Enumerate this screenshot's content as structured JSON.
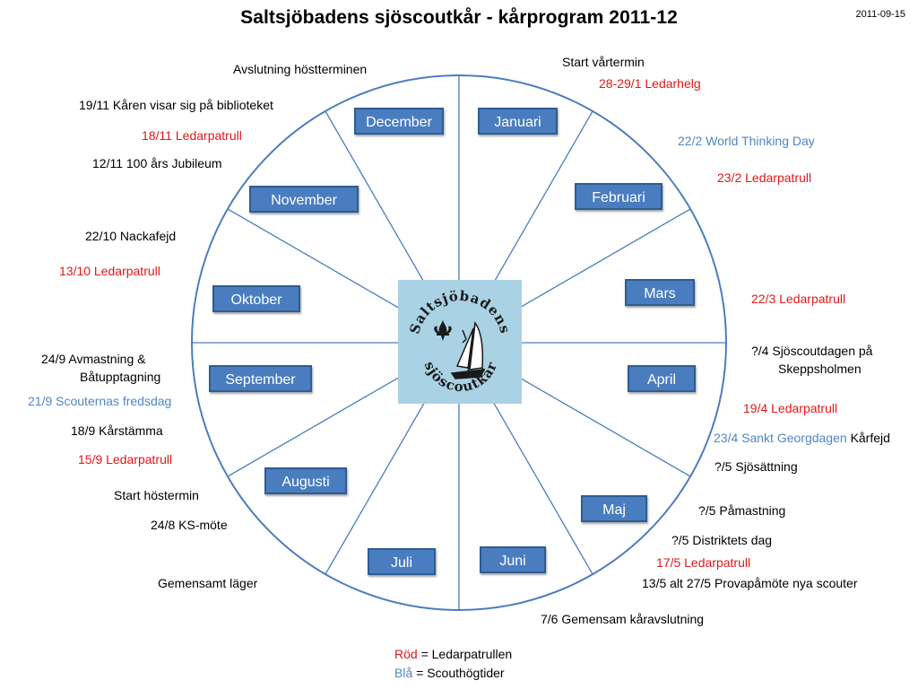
{
  "title": "Saltsjöbadens sjöscoutkår - kårprogram 2011-12",
  "date": "2011-09-15",
  "months": [
    "December",
    "Januari",
    "Februari",
    "Mars",
    "April",
    "Maj",
    "Juni",
    "Juli",
    "Augusti",
    "September",
    "Oktober",
    "November"
  ],
  "logo": {
    "line1": "Saltsjöbadens",
    "line2": "sjöscoutkår"
  },
  "events": {
    "avslutning_host": "Avslutning höstterminen",
    "start_var": "Start vårtermin",
    "ledarhelg": "28-29/1 Ledarhelg",
    "biblioteket": "19/11 Kåren visar sig på biblioteket",
    "ledarpatrull_1811": "18/11 Ledarpatrull",
    "jubileum": "12/11 100 års Jubileum",
    "thinking_day": "22/2 World Thinking Day",
    "ledarpatrull_232": "23/2 Ledarpatrull",
    "nackafejd": "22/10 Nackafejd",
    "ledarpatrull_1310": "13/10 Ledarpatrull",
    "ledarpatrull_223": "22/3 Ledarpatrull",
    "avmastning_1": "24/9  Avmastning &",
    "avmastning_2": "Båtupptagning",
    "sjoscoutdagen_1": "?/4 Sjöscoutdagen på",
    "sjoscoutdagen_2": "Skeppsholmen",
    "fredsdag": "21/9 Scouternas fredsdag",
    "ledarpatrull_194": "19/4 Ledarpatrull",
    "karstamma": "18/9 Kårstämma",
    "sankt_georg": "23/4 Sankt Georgdagen",
    "karfejd": "Kårfejd",
    "ledarpatrull_159": "15/9 Ledarpatrull",
    "sjosattning": "?/5 Sjösättning",
    "start_host": "Start höstermin",
    "pamastning": "?/5 Påmastning",
    "ks_mote": "24/8 KS-möte",
    "distriktets_dag": "?/5  Distriktets dag",
    "ledarpatrull_175": "17/5 Ledarpatrull",
    "lager": "Gemensamt läger",
    "provapamote": "13/5 alt 27/5 Provapåmöte nya scouter",
    "karavslutning": "7/6  Gemensam kåravslutning"
  },
  "legend": {
    "red_word": "Röd",
    "red_text": " = Ledarpatrullen",
    "blue_word": "Blå",
    "blue_text": " = Scouthögtider"
  },
  "colors": {
    "month_fill": "#4a7dbf",
    "wheel_line": "#4a7dbf",
    "red": "#e01818",
    "blue": "#4f86c6",
    "logo_bg": "#a9d2e4"
  }
}
